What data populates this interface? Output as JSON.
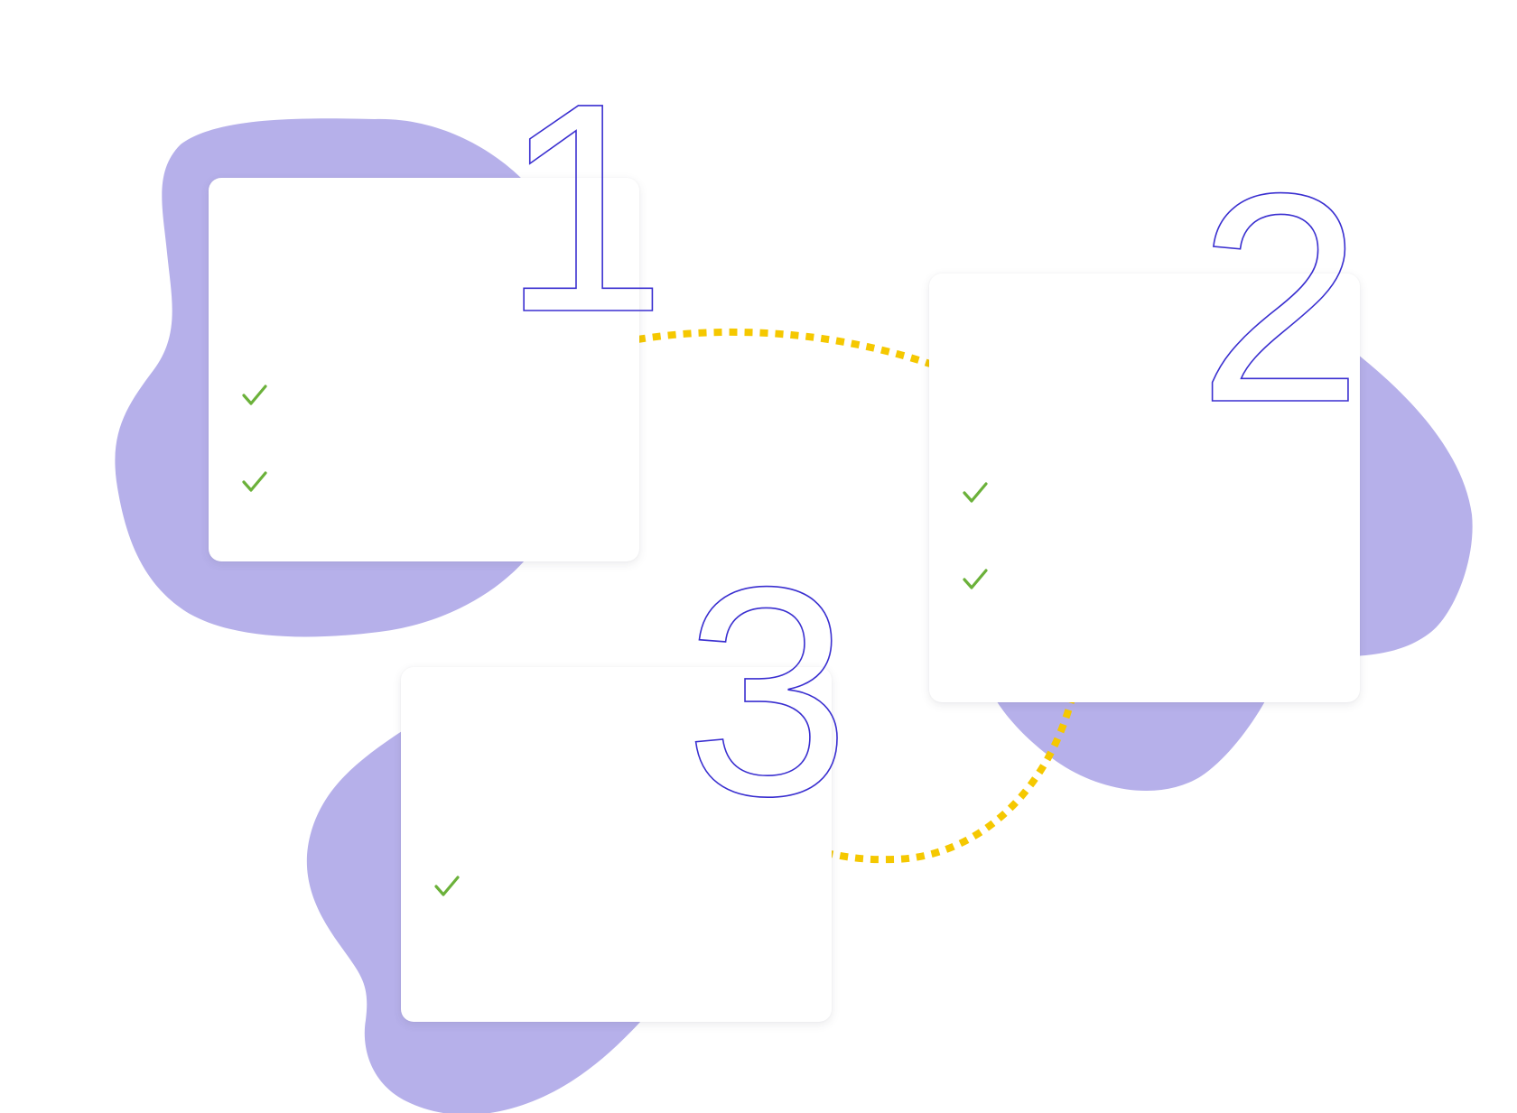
{
  "colors": {
    "background": "#ffffff",
    "blob": "#b6b0ea",
    "card": "#ffffff",
    "numeral_outline": "#3a2fd0",
    "connector": "#f5c800",
    "check": "#6bb13a"
  },
  "steps": [
    {
      "number": "1",
      "check_icons": [
        "check-icon",
        "check-icon"
      ]
    },
    {
      "number": "2",
      "check_icons": [
        "check-icon",
        "check-icon"
      ]
    },
    {
      "number": "3",
      "check_icons": [
        "check-icon"
      ]
    }
  ]
}
